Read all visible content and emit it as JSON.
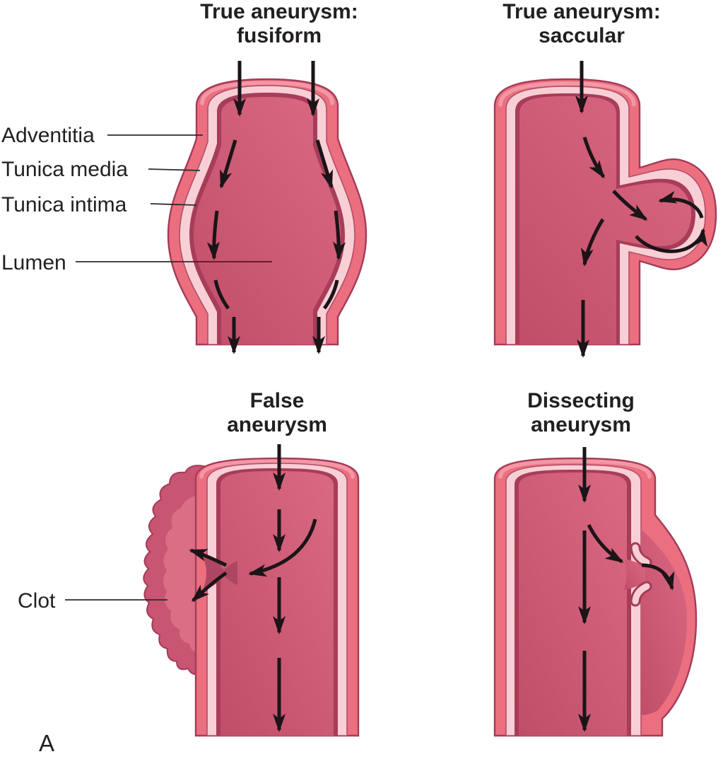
{
  "figure": {
    "panel_label": "A",
    "panels": [
      {
        "id": "true-fusiform",
        "title_line1": "True aneurysm:",
        "title_line2": "fusiform"
      },
      {
        "id": "true-saccular",
        "title_line1": "True aneurysm:",
        "title_line2": "saccular"
      },
      {
        "id": "false-aneurysm",
        "title_line1": "False",
        "title_line2": "aneurysm"
      },
      {
        "id": "dissecting",
        "title_line1": "Dissecting",
        "title_line2": "aneurysm"
      }
    ],
    "labels": {
      "adventitia": "Adventitia",
      "tunica_media": "Tunica media",
      "tunica_intima": "Tunica intima",
      "lumen": "Lumen",
      "clot": "Clot"
    },
    "colors": {
      "wall_outer": "#ec6f7f",
      "wall_media": "#f9cfd6",
      "wall_intima": "#a73d59",
      "lumen_light": "#d96781",
      "lumen_dark": "#c04e68",
      "clot_outer": "#c85571",
      "clot_inner": "#da6e85",
      "breach": "#ad4663",
      "arrow": "#1b1418",
      "text": "#231f20"
    }
  }
}
